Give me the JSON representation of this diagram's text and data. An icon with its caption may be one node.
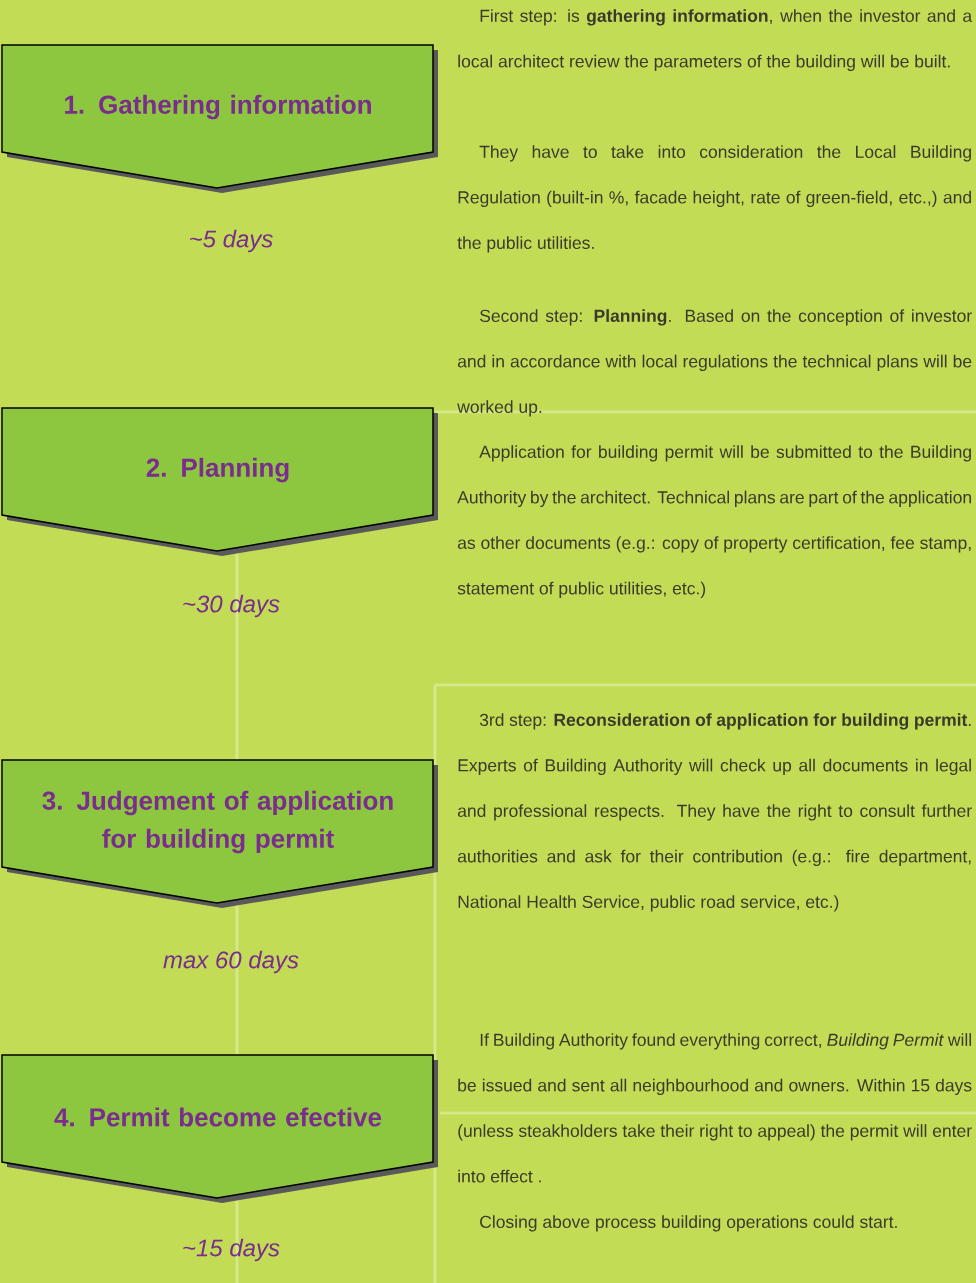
{
  "diagram": {
    "nodes": [
      {
        "text": [
          "1. Gathering information"
        ],
        "beside": [
          "~5 days"
        ]
      },
      {
        "text": [
          "2. Planning"
        ],
        "beside": [
          "~30 days"
        ]
      },
      {
        "text": [
          "3. Judgement of application for building permit"
        ],
        "beside": [
          "max 60 days"
        ]
      },
      {
        "text": [
          "4. Permit become efective"
        ],
        "beside": [
          "~15 days"
        ]
      }
    ],
    "labels": [
      "First step: is **gathering information**, when the investor and a local architect review the parameters of the building will be built.",
      "They have to take into consideration the Local Building Regulation (built-in %, facade height, rate of green-field, etc.,) and the public utilities.",
      "Second step: **Planning**. Based on the conception of investor and in accordance with local regulations the technical plans will be worked up.",
      "Application for building permit will be submitted to the Building Authority by the architect. Technical plans are part of the application as other documents (e.g.: copy of property certification, fee stamp, statement of public utilities, etc.)",
      "3rd step: **Reconsideration of application for building permit**. Experts of Building Authority will check up all documents in legal and professional respects. They have the right to consult further authorities and ask for their contribution (e.g.: fire department, National Health Service, public road service, etc.)",
      "If Building Authority found everything correct, *Building Permit* will be issued and sent all neighbourhood and owners. Within 15 days (unless steakholders take their right to appeal) the permit will enter into effect .",
      "Closing above process building operations could start."
    ]
  }
}
